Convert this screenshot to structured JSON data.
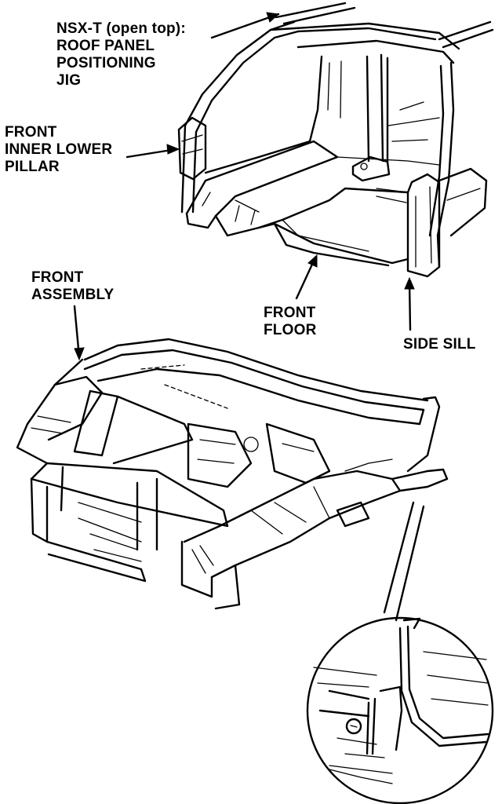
{
  "labels": {
    "roof_jig": [
      "NSX-T (open top):",
      "ROOF PANEL",
      "POSITIONING",
      "JIG"
    ],
    "front_inner_pillar": [
      "FRONT",
      "INNER LOWER",
      "PILLAR"
    ],
    "front_assembly": [
      "FRONT",
      "ASSEMBLY"
    ],
    "front_floor": [
      "FRONT",
      "FLOOR"
    ],
    "side_sill": [
      "SIDE SILL"
    ]
  }
}
